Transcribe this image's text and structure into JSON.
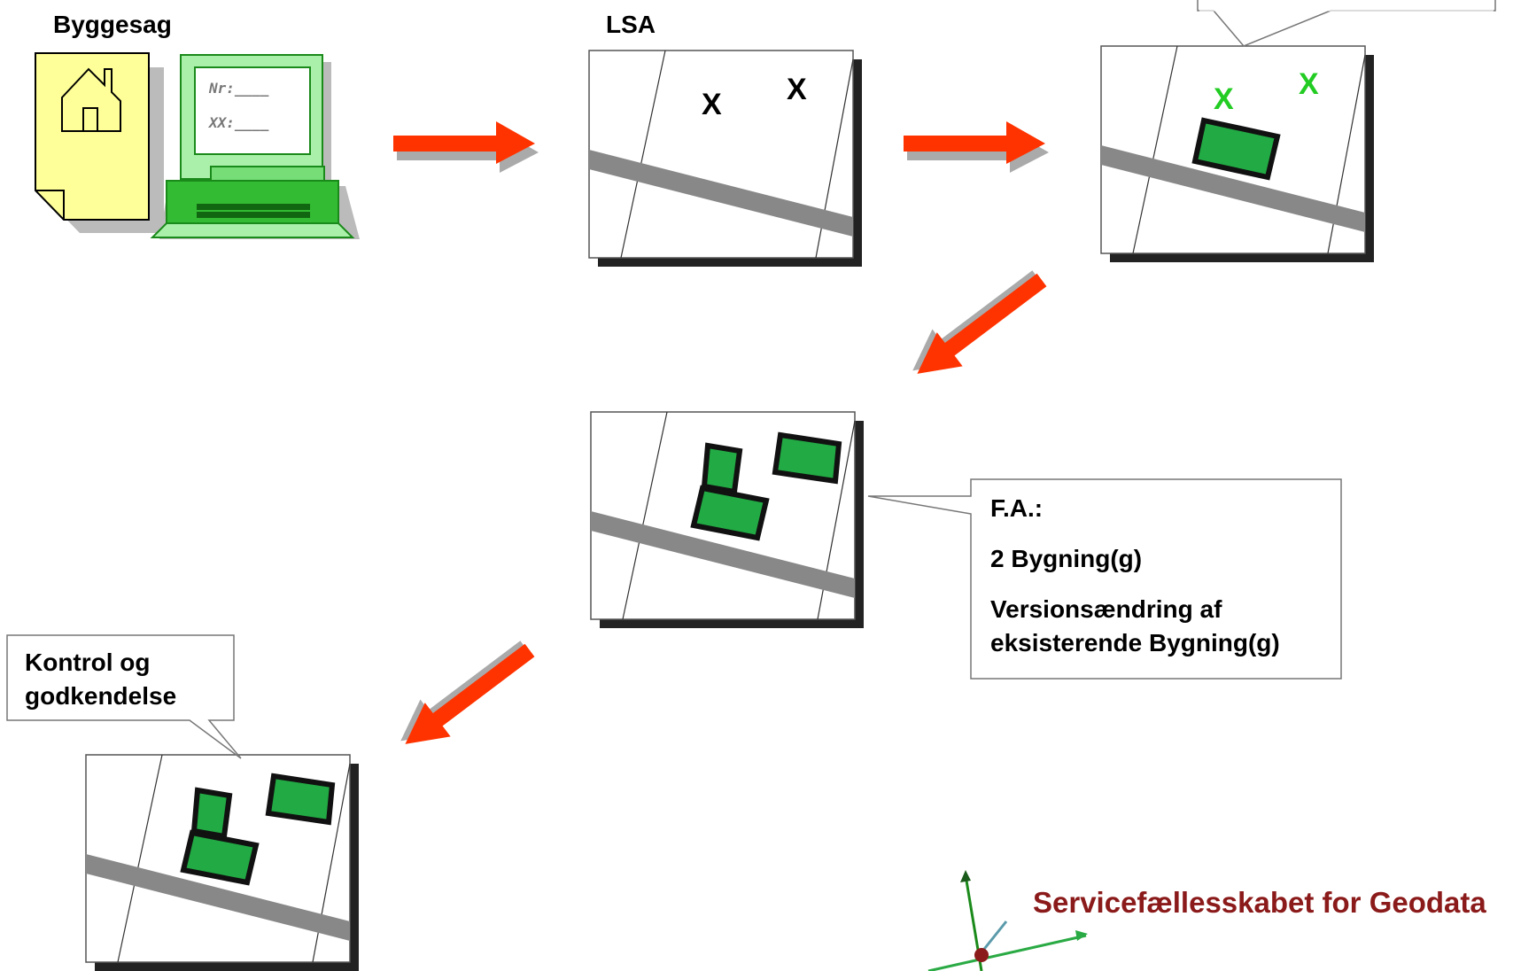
{
  "labels": {
    "byggesag": "Byggesag",
    "lsa": "LSA"
  },
  "form_fields": {
    "nr": "Nr:____",
    "xx": "XX:____"
  },
  "markers": {
    "x": "X"
  },
  "callouts": {
    "fa": {
      "line1": "F.A.:",
      "line2": "2 Bygning(g)",
      "line3": "Versionsændring af",
      "line4": "eksisterende Bygning(g)"
    },
    "kontrol": {
      "line1": "Kontrol og",
      "line2": "godkendelse"
    }
  },
  "brand": {
    "name": "Servicefællesskabet for Geodata"
  },
  "colors": {
    "arrow": "#ff3300",
    "building_fill": "#22aa44",
    "marker_green": "#22cc22",
    "road": "#888888",
    "brand": "#8b1a1a"
  }
}
